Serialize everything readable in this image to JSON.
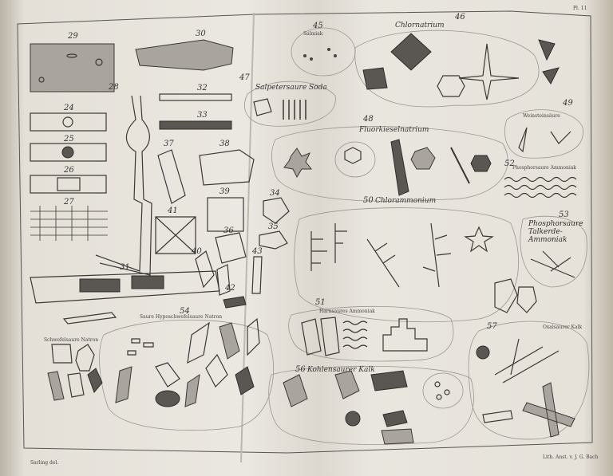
{
  "plate": {
    "label": "Pl. 11"
  },
  "figures": {
    "f24": "24",
    "f25": "25",
    "f26": "26",
    "f27": "27",
    "f28": "28",
    "f29": "29",
    "f30": "30",
    "f31": "31",
    "f32": "32",
    "f33": "33",
    "f34": "34",
    "f35": "35",
    "f36": "36",
    "f37": "37",
    "f38": "38",
    "f39": "39",
    "f40": "40",
    "f41": "41",
    "f42": "42",
    "f43": "43",
    "f45": "45",
    "f46": "46",
    "f47": "47",
    "f48": "48",
    "f49": "49",
    "f50": "50",
    "f51": "51",
    "f52": "52",
    "f53": "53",
    "f54": "54",
    "f56": "56",
    "f57": "57"
  },
  "captions": {
    "c45": "Salmiak",
    "c46": "Chlornatrium",
    "c47": "Salpetersaure Soda",
    "c48": "Fluorkieselnatrium",
    "c49": "Weinsteinsäure",
    "c50": "Chlorammonium",
    "c51": "Harnsaures Ammoniak",
    "c52": "Phosphorsaure Ammoniak",
    "c53": "Phosphorsaure Talkerde-Ammoniak",
    "c54": "Saure Hyposchwefelsaure Natron",
    "c54b": "Schwefelsaure Natron",
    "c56": "Kohlensaurer Kalk",
    "c57": "Oxalsaurer Kalk"
  },
  "footer": {
    "left": "Sarling del.",
    "right": "Lith. Anst. v. J. G. Bach"
  }
}
